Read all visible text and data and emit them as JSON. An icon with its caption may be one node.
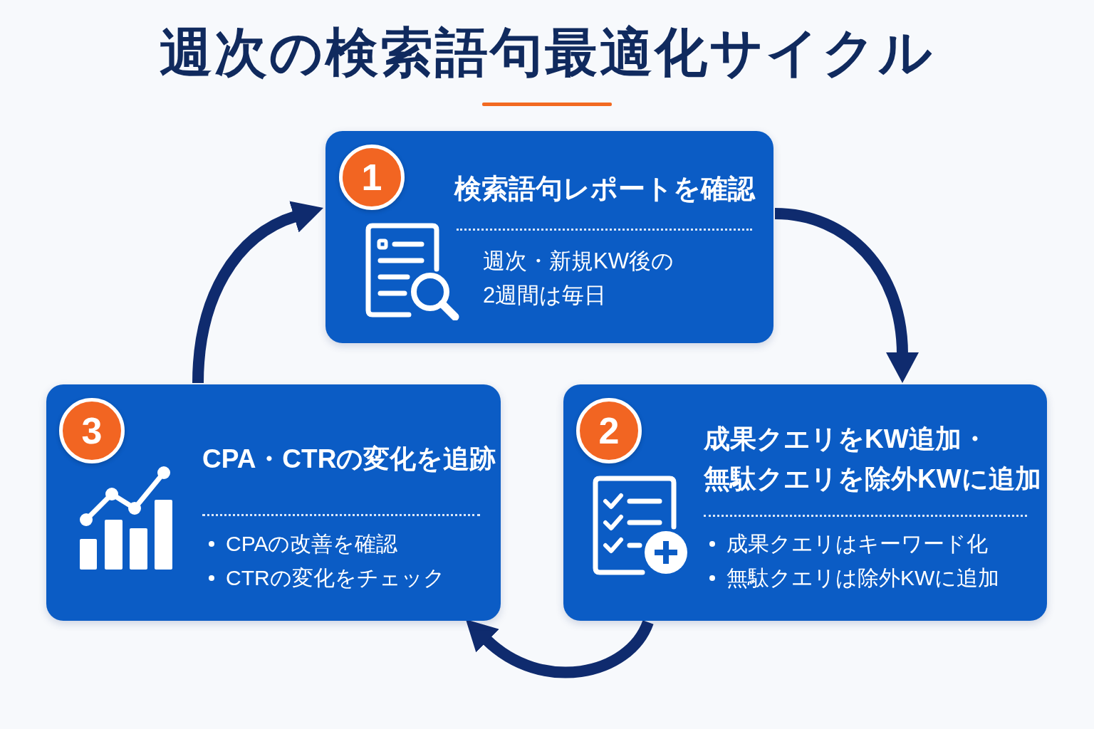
{
  "diagram": {
    "title": "週次の検索語句最適化サイクル",
    "nodes": [
      {
        "text": [
          "検索語句レポートを確認",
          "週次・新規KW後の2週間は毎日"
        ]
      },
      {
        "text": [
          "1"
        ],
        "in": 0
      },
      {
        "text": [
          "成果クエリをKW追加・無駄クエリを除外KWに追加",
          "成果クエリはキーワード化",
          "無駄クエリは除外KWに追加"
        ]
      },
      {
        "text": [
          "2"
        ],
        "in": 2
      },
      {
        "text": [
          "CPA・CTRの変化を追跡",
          "CPAの改善を確認",
          "CTRの変化をチェック"
        ]
      },
      {
        "text": [
          "3"
        ],
        "in": 4
      }
    ],
    "edges": [
      {
        "from": 0,
        "to": 2,
        "arrow": "to"
      },
      {
        "from": 2,
        "to": 4,
        "arrow": "to"
      },
      {
        "from": 4,
        "to": 0,
        "arrow": "to"
      }
    ]
  }
}
